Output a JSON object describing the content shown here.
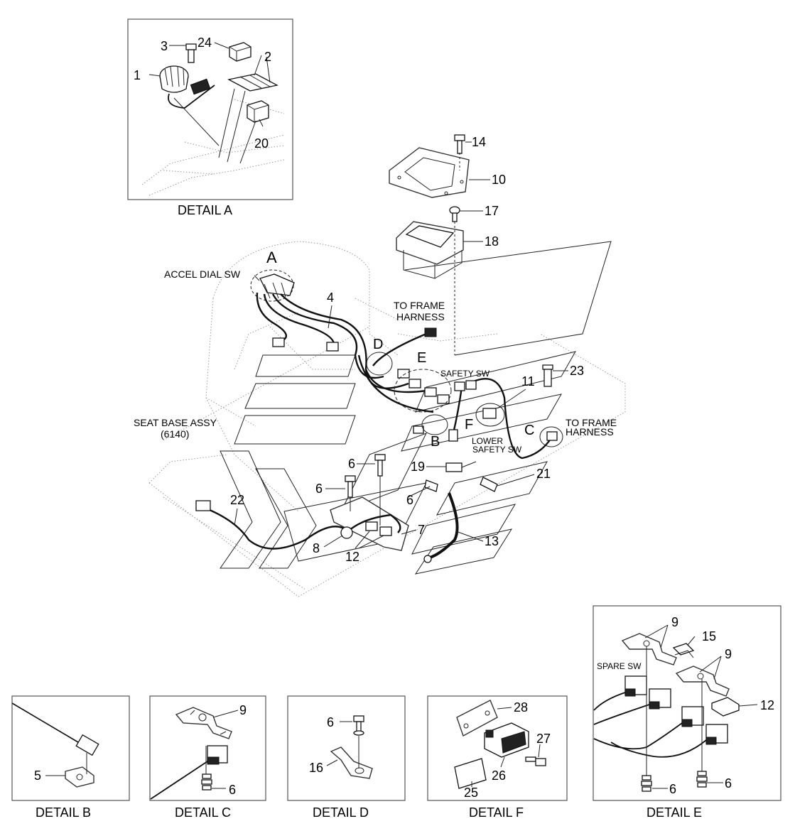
{
  "details": {
    "a": "DETAIL A",
    "b": "DETAIL B",
    "c": "DETAIL C",
    "d": "DETAIL D",
    "e": "DETAIL E",
    "f": "DETAIL F"
  },
  "callouts": {
    "n1": "1",
    "n2": "2",
    "n3": "3",
    "n4": "4",
    "n5": "5",
    "n6": "6",
    "n7": "7",
    "n8": "8",
    "n9": "9",
    "n10": "10",
    "n11": "11",
    "n12": "12",
    "n13": "13",
    "n14": "14",
    "n15": "15",
    "n16": "16",
    "n17": "17",
    "n18": "18",
    "n19": "19",
    "n20": "20",
    "n21": "21",
    "n22": "22",
    "n23": "23",
    "n24": "24",
    "n25": "25",
    "n26": "26",
    "n27": "27",
    "n28": "28"
  },
  "markers": {
    "a": "A",
    "b": "B",
    "c": "C",
    "d": "D",
    "e": "E",
    "f": "F"
  },
  "labels": {
    "accel_dial_sw": "ACCEL DIAL SW",
    "to_frame_harness_1": "TO FRAME",
    "to_frame_harness_2": "HARNESS",
    "safety_sw": "SAFETY SW",
    "seat_base_1": "SEAT BASE ASSY",
    "seat_base_2": "(6140)",
    "lower_safety_1": "LOWER",
    "lower_safety_2": "SAFETY SW",
    "spare_sw": "SPARE SW"
  }
}
